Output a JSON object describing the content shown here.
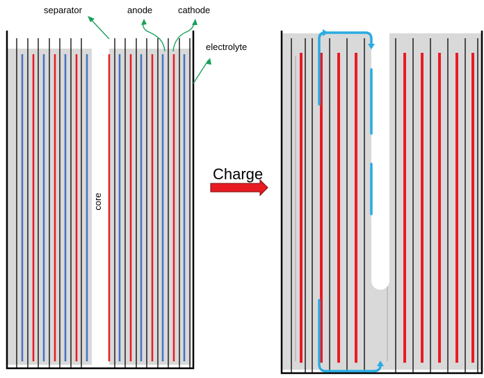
{
  "labels": {
    "separator": "separator",
    "anode": "anode",
    "cathode": "cathode",
    "electrolyte": "electrolyte",
    "core": "core",
    "charge": "Charge"
  },
  "colors": {
    "electrolyte": "#d9d9d9",
    "separator": "#000000",
    "anode": "#4472c4",
    "cathode": "#e81b23",
    "pointer": "#1a9e5a",
    "current": "#29abe2",
    "arrow_fill": "#e81b23",
    "arrow_stroke": "#8b1a1a"
  }
}
